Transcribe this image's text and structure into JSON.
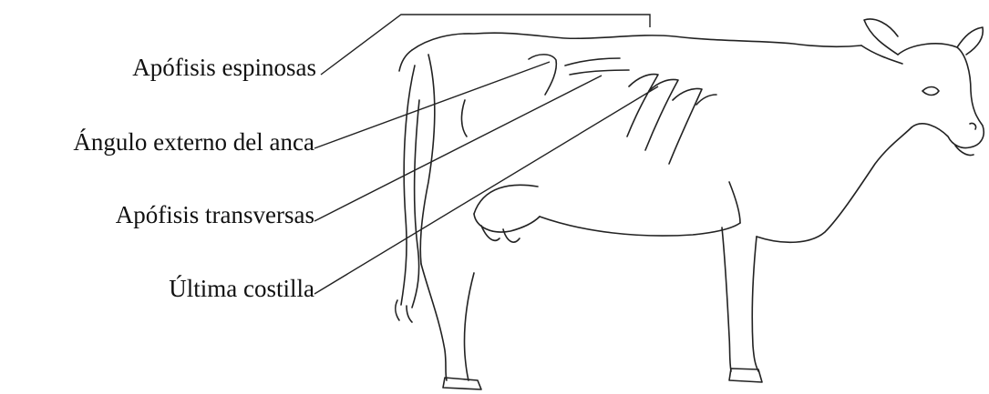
{
  "labels": {
    "apofisis_espinosas": "Apófisis espinosas",
    "angulo_externo_anca": "Ángulo externo del anca",
    "apofisis_transversas": "Apófisis transversas",
    "ultima_costilla": "Última costilla"
  },
  "colors": {
    "line": "#222222",
    "background": "#ffffff"
  }
}
